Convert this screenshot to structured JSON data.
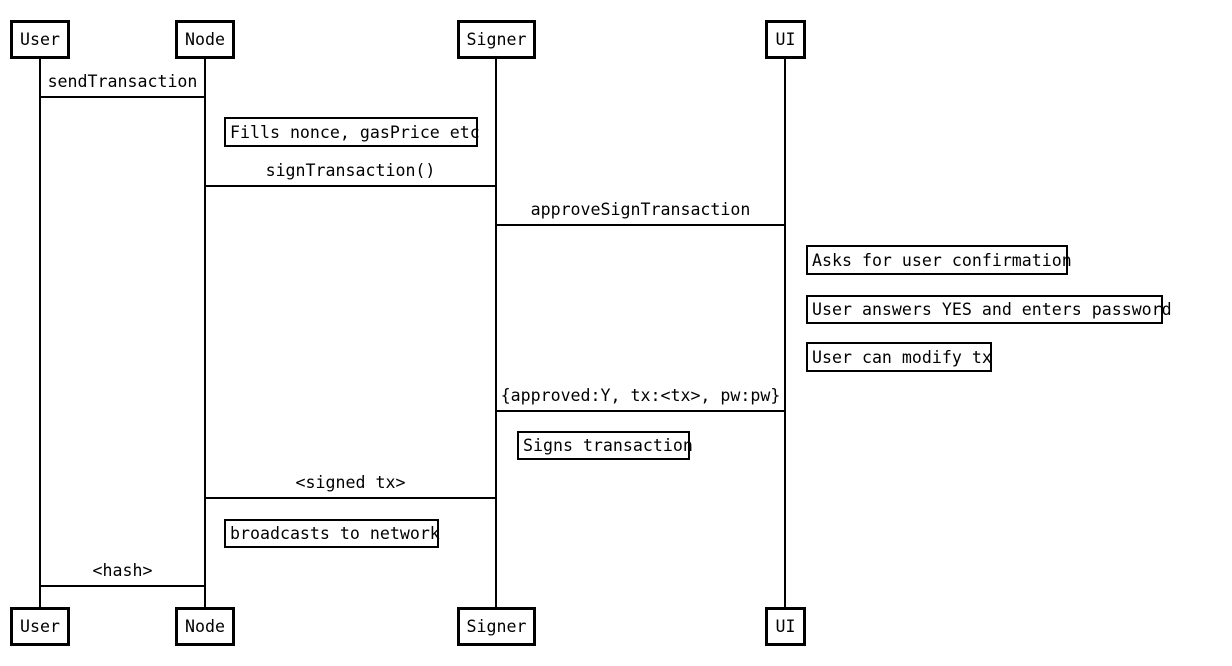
{
  "diagram_type": "sequence",
  "colors": {
    "stroke": "#000000",
    "fill": "#ffffff",
    "text": "#000000"
  },
  "actors": [
    {
      "id": "user",
      "label": "User"
    },
    {
      "id": "node",
      "label": "Node"
    },
    {
      "id": "signer",
      "label": "Signer"
    },
    {
      "id": "ui",
      "label": "UI"
    }
  ],
  "messages": [
    {
      "from": "User",
      "to": "Node",
      "label": "sendTransaction"
    },
    {
      "from": "Node",
      "to": "Signer",
      "label": "signTransaction()"
    },
    {
      "from": "Signer",
      "to": "UI",
      "label": "approveSignTransaction"
    },
    {
      "from": "UI",
      "to": "Signer",
      "label": "{approved:Y, tx:<tx>, pw:pw}"
    },
    {
      "from": "Signer",
      "to": "Node",
      "label": "<signed tx>"
    },
    {
      "from": "Node",
      "to": "User",
      "label": "<hash>"
    }
  ],
  "notes": [
    {
      "actor": "Node",
      "label": "Fills nonce, gasPrice etc"
    },
    {
      "actor": "UI",
      "label": "Asks for user confirmation"
    },
    {
      "actor": "UI",
      "label": "User answers YES and enters password"
    },
    {
      "actor": "UI",
      "label": "User can modify tx"
    },
    {
      "actor": "Signer",
      "label": "Signs transaction"
    },
    {
      "actor": "Node",
      "label": "broadcasts to network"
    }
  ]
}
